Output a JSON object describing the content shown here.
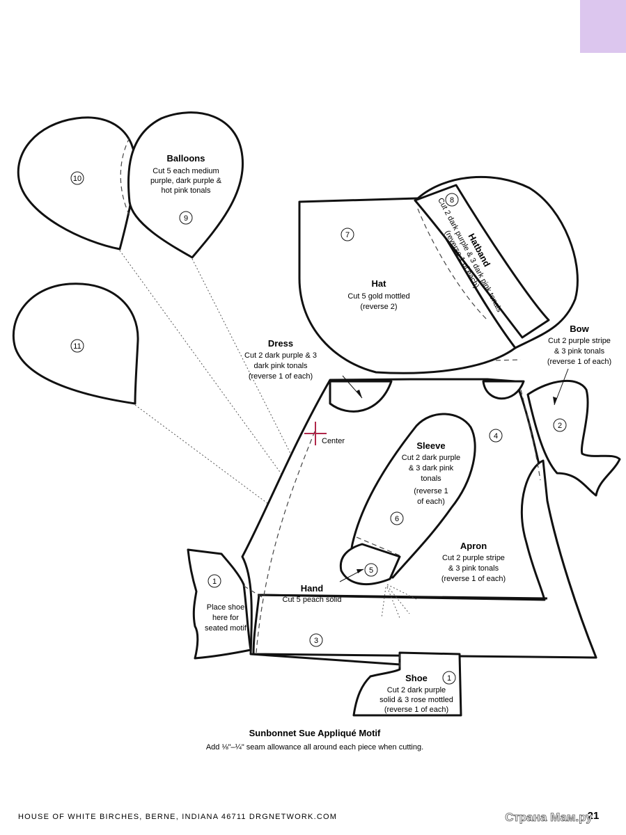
{
  "colors": {
    "corner_tab": "#dcc6ee",
    "center_mark": "#b0284a",
    "outline": "#111111"
  },
  "labels": {
    "balloons": {
      "title": "Balloons",
      "lines": [
        "Cut 5 each medium",
        "purple, dark purple &",
        "hot pink tonals"
      ]
    },
    "hatband": {
      "title": "Hatband",
      "lines": [
        "Cut 2 dark purple & 3 dark pink tonals",
        "(reverse 1 of each)"
      ]
    },
    "hat": {
      "title": "Hat",
      "lines": [
        "Cut 5 gold mottled",
        "(reverse 2)"
      ]
    },
    "dress": {
      "title": "Dress",
      "lines": [
        "Cut 2 dark purple & 3",
        "dark pink tonals",
        "(reverse 1 of each)"
      ]
    },
    "bow": {
      "title": "Bow",
      "lines": [
        "Cut 2 purple stripe",
        "& 3 pink tonals",
        "(reverse 1 of each)"
      ]
    },
    "center": "Center",
    "sleeve": {
      "title": "Sleeve",
      "lines": [
        "Cut 2 dark purple",
        "& 3 dark pink",
        "tonals",
        "(reverse 1",
        "of each)"
      ]
    },
    "apron": {
      "title": "Apron",
      "lines": [
        "Cut 2 purple stripe",
        "& 3 pink tonals",
        "(reverse 1 of each)"
      ]
    },
    "hand": {
      "title": "Hand",
      "lines": [
        "Cut 5 peach solid"
      ]
    },
    "seated_shoe": {
      "lines": [
        "Place shoe",
        "here for",
        "seated motif"
      ]
    },
    "shoe": {
      "title": "Shoe",
      "lines": [
        "Cut 2 dark purple",
        "solid & 3 rose mottled",
        "(reverse 1 of each)"
      ]
    }
  },
  "piece_numbers": {
    "balloon_left": "10",
    "balloon_right": "9",
    "balloon_lower": "11",
    "hat": "7",
    "hatband": "8",
    "bow": "2",
    "dress": "4",
    "sleeve": "6",
    "hand": "5",
    "apron": "3",
    "seated_shoe": "1",
    "shoe": "1"
  },
  "caption": {
    "title": "Sunbonnet Sue Appliqué Motif",
    "subtitle": "Add ⅛\"–¼\" seam allowance all around each piece when cutting."
  },
  "footer": {
    "publisher": "HOUSE OF WHITE BIRCHES, BERNE, INDIANA 46711  DRGNETWORK.COM",
    "page_number": "21",
    "watermark": "Страна Мам.ру"
  }
}
